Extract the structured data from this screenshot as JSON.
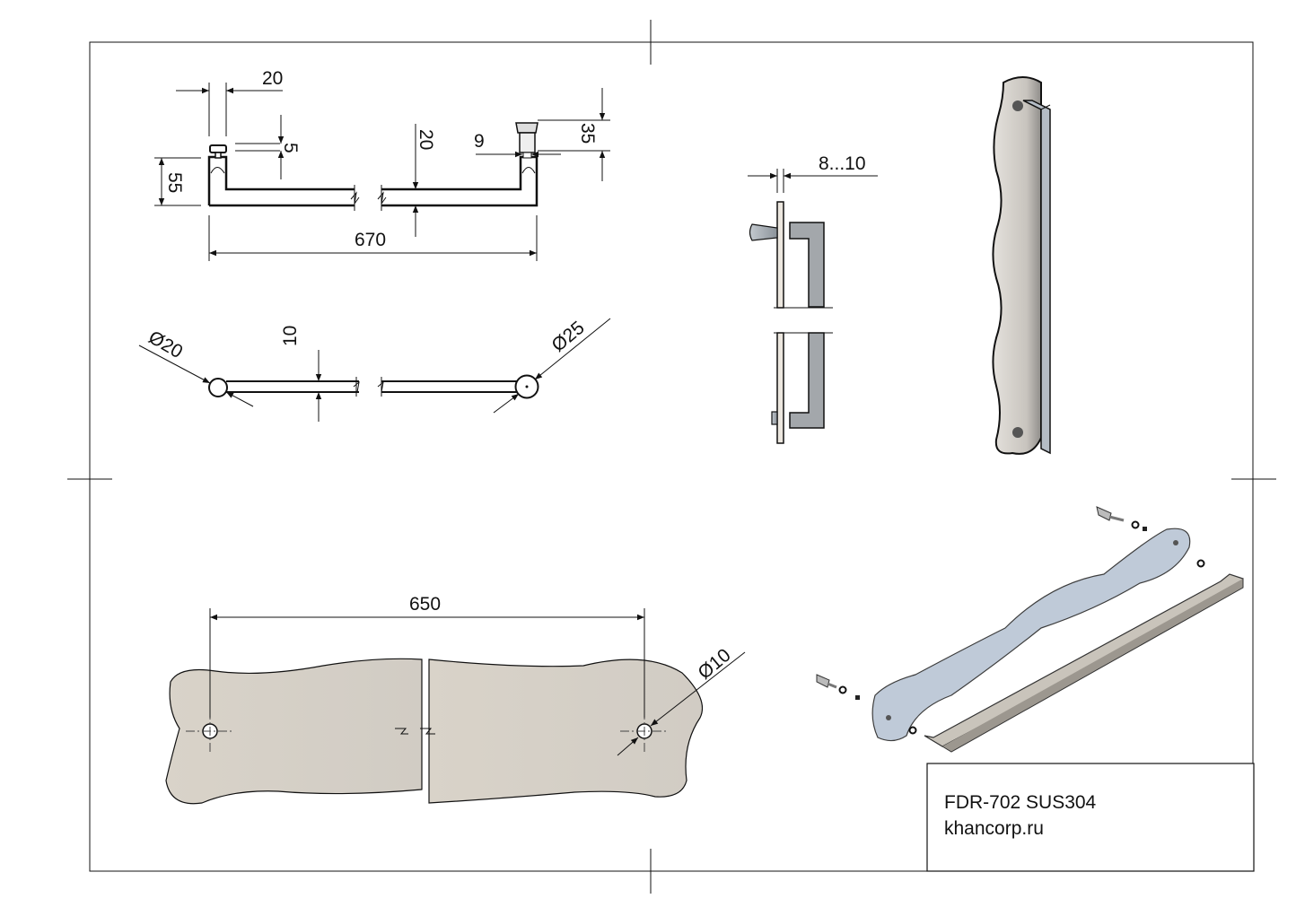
{
  "drawing": {
    "product_code": "FDR-702 SUS304",
    "website": "khancorp.ru"
  },
  "front_view": {
    "dims": {
      "leg_width": "20",
      "cap_height": "5",
      "bar_thickness": "20",
      "spacer": "9",
      "knob_height": "35",
      "height": "55",
      "length": "670"
    }
  },
  "top_view": {
    "dims": {
      "left_diameter": "Ø20",
      "bar_width": "10",
      "right_diameter": "Ø25"
    }
  },
  "side_view": {
    "dims": {
      "glass_thickness": "8...10"
    }
  },
  "plate_view": {
    "dims": {
      "hole_spacing": "650",
      "hole_diameter": "Ø10"
    }
  },
  "colors": {
    "line": "#111111",
    "plate": "#d8d3cb",
    "metal": "#9aa0a6",
    "glass": "#b9c6d4"
  }
}
